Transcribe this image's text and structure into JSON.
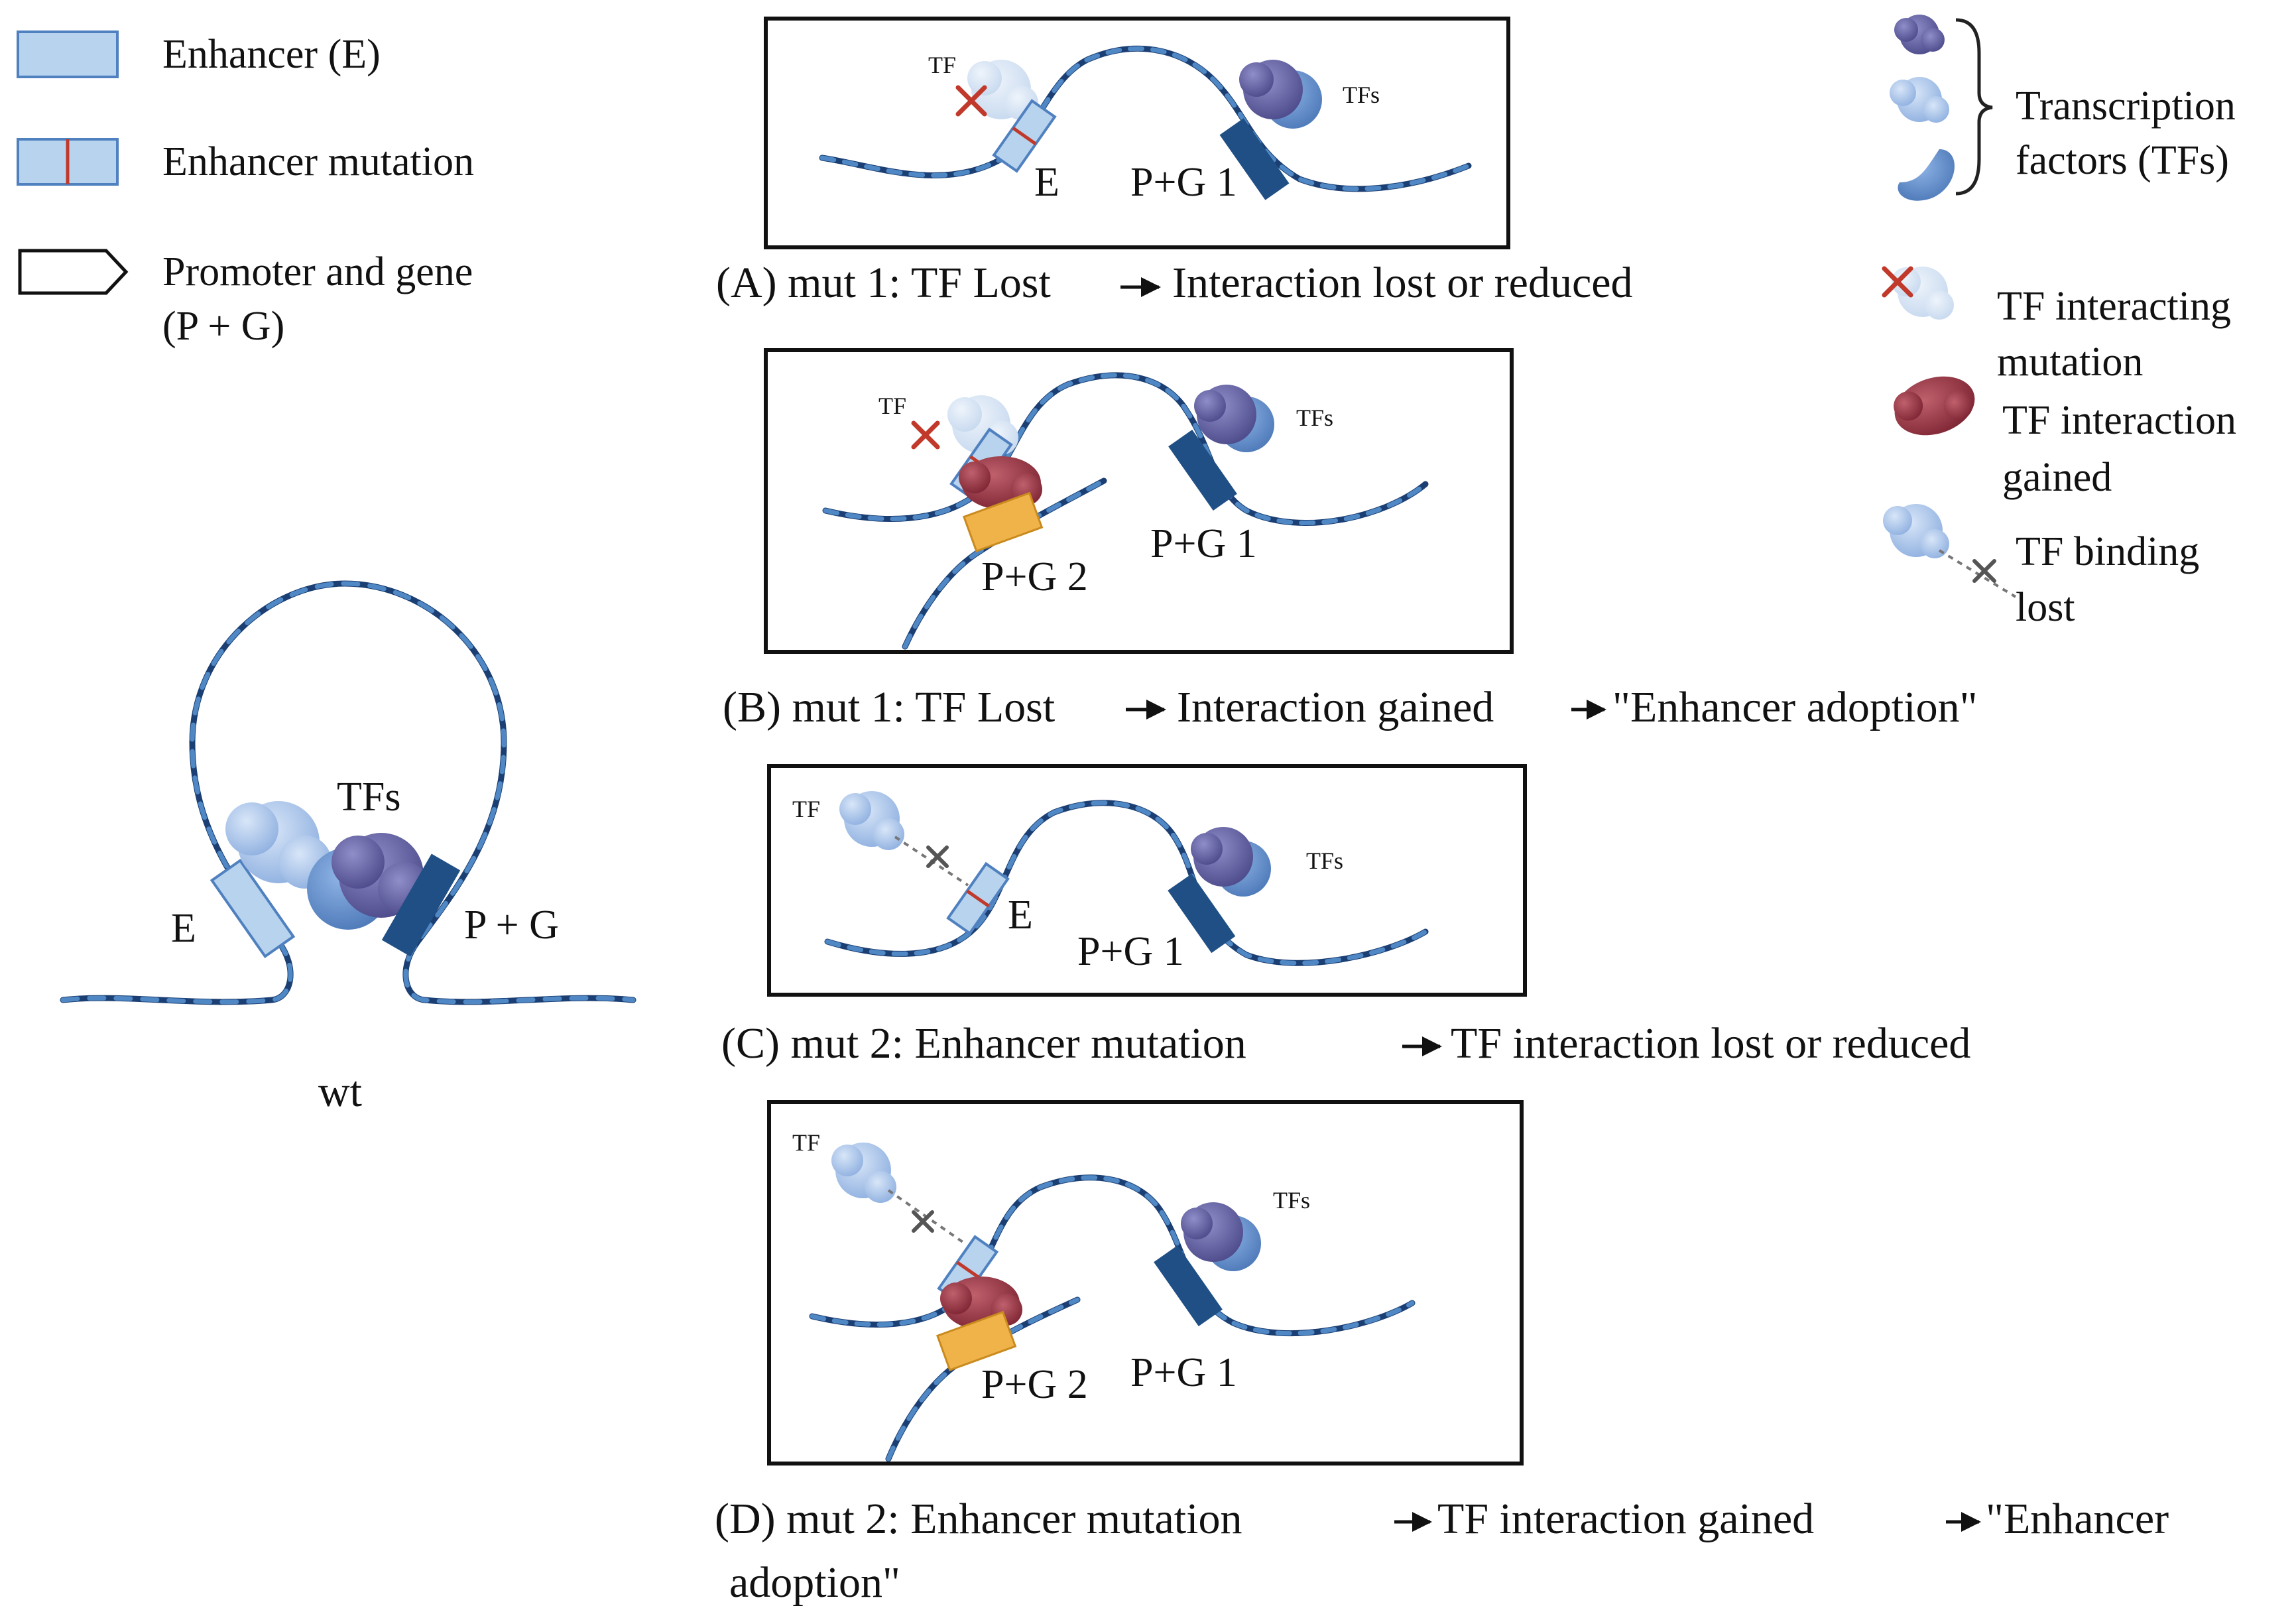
{
  "legend": {
    "enhancer": "Enhancer (E)",
    "enhancer_mutation": "Enhancer mutation",
    "promoter_line1": "Promoter and gene",
    "promoter_line2": "(P + G)"
  },
  "key": {
    "tfs_line1": "Transcription",
    "tfs_line2": "factors (TFs)",
    "interacting_line1": "TF interacting",
    "interacting_line2": "mutation",
    "gained_line1": "TF interaction",
    "gained_line2": "gained",
    "binding_line1": "TF binding",
    "binding_line2": "lost"
  },
  "wt": {
    "tfs": "TFs",
    "e": "E",
    "pg": "P + G",
    "caption": "wt"
  },
  "panels": {
    "a": {
      "caption_prefix": "(A) mut 1: TF Lost",
      "caption_suffix": "Interaction lost or reduced",
      "tf": "TF",
      "tfs": "TFs",
      "e": "E",
      "pg1": "P+G 1"
    },
    "b": {
      "caption_prefix": "(B) mut 1: TF Lost",
      "caption_middle": "Interaction gained",
      "caption_suffix": "\"Enhancer adoption\"",
      "tf": "TF",
      "tfs": "TFs",
      "pg2": "P+G 2",
      "pg1": "P+G 1"
    },
    "c": {
      "caption_prefix": "(C)  mut 2: Enhancer mutation",
      "caption_suffix": "TF interaction lost or reduced",
      "tf": "TF",
      "tfs": "TFs",
      "e": "E",
      "pg1": "P+G 1"
    },
    "d": {
      "caption_prefix": "(D) mut 2: Enhancer mutation",
      "caption_middle": "TF  interaction gained",
      "caption_suffix": "\"Enhancer",
      "caption_line2": "adoption\"",
      "tf": "TF",
      "tfs": "TFs",
      "pg2": "P+G 2",
      "pg1": "P+G 1"
    }
  },
  "colors": {
    "dna_dark": "#1c3f73",
    "dna_light": "#4f88c4",
    "enhancer": "#b7d3ee",
    "mutation": "#c0392b",
    "promoter_gene": "#1f4f85",
    "promoter_gene_2": "#f0b34a",
    "tf_light": "#a9c4ea",
    "tf_purple": "#6b6aa8",
    "tf_gained": "#9b3a4a"
  }
}
